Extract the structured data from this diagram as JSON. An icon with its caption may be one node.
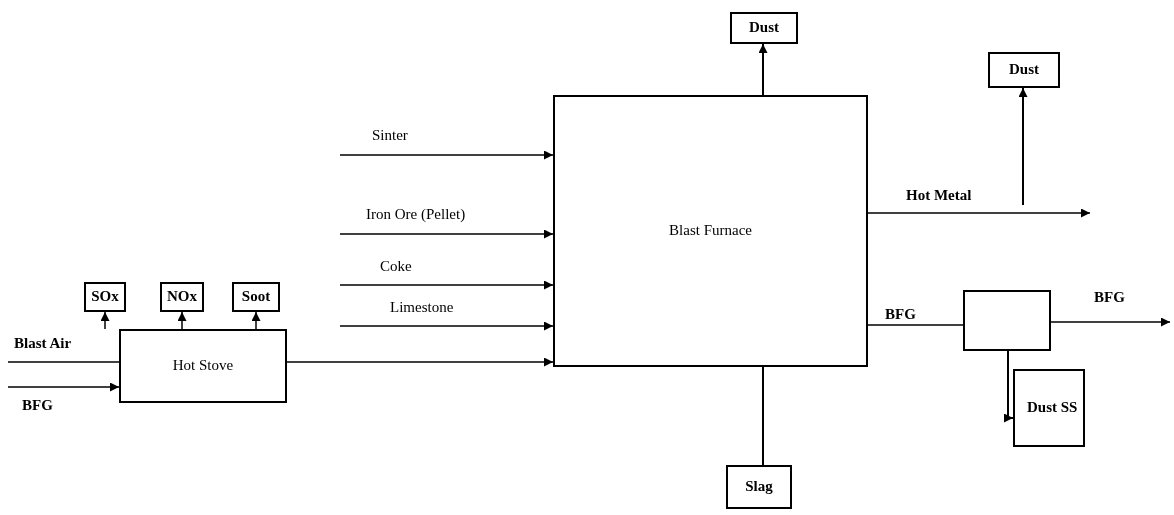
{
  "diagram": {
    "nodes": [
      {
        "text": [
          "Hot Stove"
        ]
      },
      {
        "text": [
          "SOx"
        ]
      },
      {
        "text": [
          "NOx"
        ]
      },
      {
        "text": [
          "Soot"
        ]
      },
      {
        "text": [
          "Blast Furnace"
        ]
      },
      {
        "text": [
          "Dust"
        ]
      },
      {
        "text": [
          "Dust"
        ]
      },
      {
        "text": [],
        "shape": "box"
      },
      {
        "text": [
          "Dust SS"
        ]
      },
      {
        "text": [
          "Slag"
        ]
      }
    ],
    "edges": [
      {
        "from": null,
        "to": 0,
        "arrow": "none",
        "label": "Blast Air"
      },
      {
        "from": null,
        "to": 0,
        "arrow": "to",
        "label": "BFG"
      },
      {
        "from": 0,
        "to": 1,
        "arrow": "to"
      },
      {
        "from": 0,
        "to": 2,
        "arrow": "to"
      },
      {
        "from": 0,
        "to": 3,
        "arrow": "to"
      },
      {
        "from": null,
        "to": 4,
        "arrow": "to",
        "label": "Sinter"
      },
      {
        "from": null,
        "to": 4,
        "arrow": "to",
        "label": "Iron Ore (Pellet)"
      },
      {
        "from": null,
        "to": 4,
        "arrow": "to",
        "label": "Coke"
      },
      {
        "from": null,
        "to": 4,
        "arrow": "to",
        "label": "Limestone"
      },
      {
        "from": 0,
        "to": 4,
        "arrow": "to"
      },
      {
        "from": 4,
        "to": 5,
        "arrow": "to"
      },
      {
        "from": 4,
        "to": null,
        "arrow": "to",
        "label": "Hot Metal"
      },
      {
        "from": null,
        "to": 6,
        "arrow": "to"
      },
      {
        "from": 4,
        "to": 7,
        "arrow": "none",
        "label": "BFG"
      },
      {
        "from": 7,
        "to": null,
        "arrow": "to",
        "label": "BFG"
      },
      {
        "from": 7,
        "to": 8,
        "arrow": "to"
      },
      {
        "from": 4,
        "to": 9,
        "arrow": "to"
      }
    ]
  }
}
